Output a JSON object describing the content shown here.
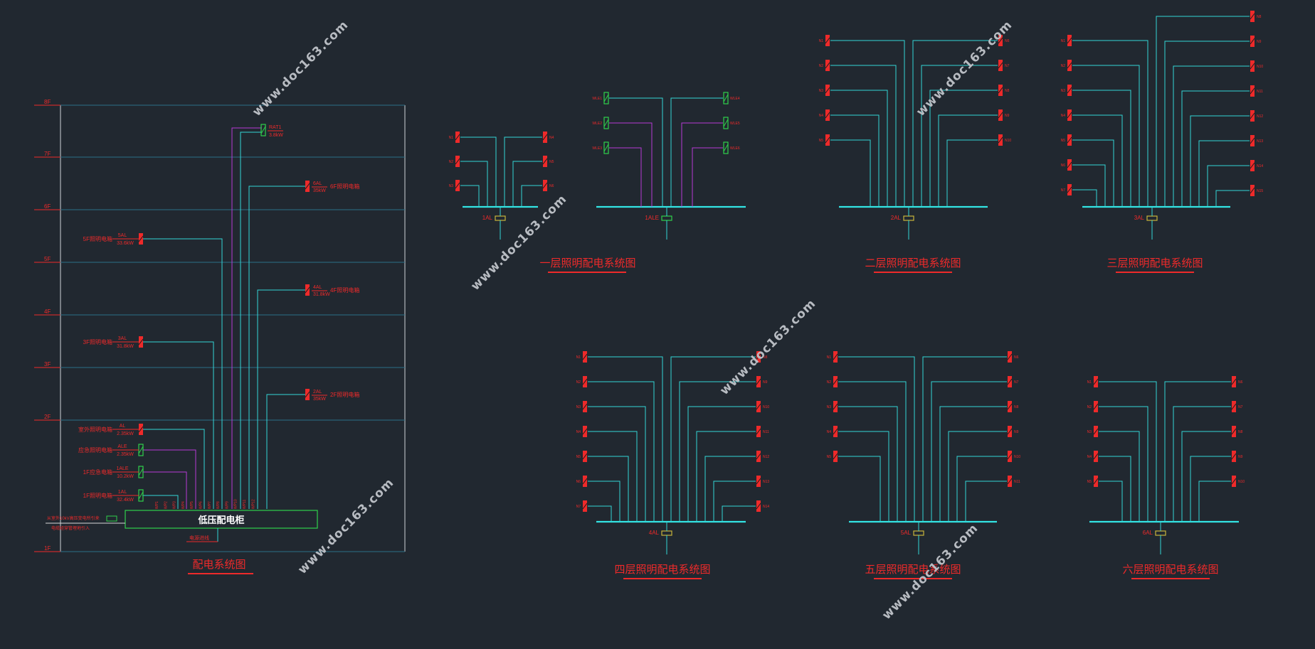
{
  "colors": {
    "background": "#212830",
    "wire": "#33d6d6",
    "bus": "#33e4e4",
    "magenta_wire": "#b83ad6",
    "floor_line": "#2c6f88",
    "label_red": "#ee2a2a",
    "breaker_green": "#2fd04a",
    "cabinet_outline": "#2fd04a",
    "watermark": "#b8bcc2"
  },
  "watermark": "www.doc163.com",
  "riser": {
    "title": "配电系统图",
    "floors": [
      "1F",
      "2F",
      "3F",
      "4F",
      "5F",
      "6F",
      "7F",
      "8F"
    ],
    "cabinet_label": "低压配电柜",
    "incoming_note": "电源进线",
    "incoming_text_1": "从室外10kV高压变电所引来",
    "incoming_text_2": "电缆经穿管埋地引入",
    "feeders_right": [
      {
        "id": "RAT1",
        "power": "3.8kW",
        "desc": ""
      },
      {
        "id": "6AL",
        "power": "35kW",
        "desc": "6F照明电箱"
      },
      {
        "id": "4AL",
        "power": "31.8kW",
        "desc": "4F照明电箱"
      },
      {
        "id": "2AL",
        "power": "35kW",
        "desc": "2F照明电箱"
      }
    ],
    "feeders_left": [
      {
        "id": "5AL",
        "power": "33.6kW",
        "desc": "5F照明电箱"
      },
      {
        "id": "3AL",
        "power": "31.8kW",
        "desc": "3F照明电箱"
      },
      {
        "id": "AL",
        "power": "2.35kW",
        "desc": "室外照明电箱"
      },
      {
        "id": "ALE",
        "power": "2.35kW",
        "desc": "应急照明电箱"
      },
      {
        "id": "1ALE",
        "power": "10.2kW",
        "desc": "1F应急电箱"
      },
      {
        "id": "1AL",
        "power": "32.4kW",
        "desc": "1F照明电箱"
      }
    ],
    "circuit_ids": [
      "WP1",
      "WP2",
      "WP3",
      "WP4",
      "WP5",
      "WP6",
      "WP7",
      "WP8",
      "WP9",
      "WP10",
      "WP11",
      "WP12"
    ]
  },
  "floor_diagrams": [
    {
      "title": "一层照明配电系统图",
      "panel": "1AL",
      "left_circuits": [
        "N1",
        "N2",
        "N3"
      ],
      "right_circuits": [
        "N4",
        "N5",
        "N6"
      ]
    },
    {
      "title": "",
      "panel": "1ALE",
      "left_circuits": [
        "WLE1",
        "WLE2",
        "WLE3"
      ],
      "right_circuits": [
        "WLE4",
        "WLE5",
        "WLE6"
      ]
    },
    {
      "title": "二层照明配电系统图",
      "panel": "2AL",
      "left_circuits": [
        "N1",
        "N2",
        "N3",
        "N4",
        "N5"
      ],
      "right_circuits": [
        "N6",
        "N7",
        "N8",
        "N9",
        "N10"
      ]
    },
    {
      "title": "三层照明配电系统图",
      "panel": "3AL",
      "left_circuits": [
        "N1",
        "N2",
        "N3",
        "N4",
        "N5",
        "N6",
        "N7"
      ],
      "right_circuits": [
        "N8",
        "N9",
        "N10",
        "N11",
        "N12",
        "N13",
        "N14",
        "N15"
      ]
    },
    {
      "title": "四层照明配电系统图",
      "panel": "4AL",
      "left_circuits": [
        "N1",
        "N2",
        "N3",
        "N4",
        "N5",
        "N6",
        "N7"
      ],
      "right_circuits": [
        "N8",
        "N9",
        "N10",
        "N11",
        "N12",
        "N13",
        "N14"
      ]
    },
    {
      "title": "五层照明配电系统图",
      "panel": "5AL",
      "left_circuits": [
        "N1",
        "N2",
        "N3",
        "N4",
        "N5"
      ],
      "right_circuits": [
        "N6",
        "N7",
        "N8",
        "N9",
        "N10",
        "N11"
      ]
    },
    {
      "title": "六层照明配电系统图",
      "panel": "6AL",
      "left_circuits": [
        "N1",
        "N2",
        "N3",
        "N4",
        "N5"
      ],
      "right_circuits": [
        "N6",
        "N7",
        "N8",
        "N9",
        "N10"
      ]
    }
  ]
}
